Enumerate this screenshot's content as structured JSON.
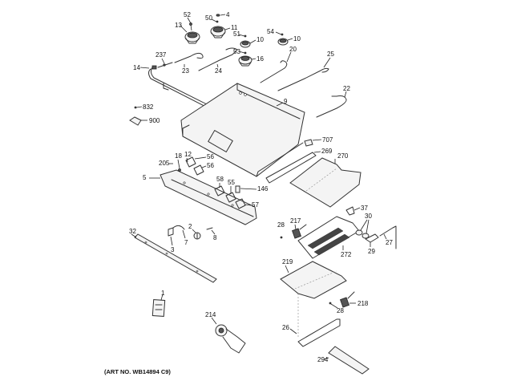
{
  "diagram": {
    "title": "Gas range control panel / burner parts exploded view",
    "art_number": "(ART NO. WB14894 C9)",
    "labels": {
      "p52": "52",
      "p13": "13",
      "p50": "50",
      "p4": "4",
      "p11": "11",
      "p51": "51",
      "p10a": "10",
      "p53": "53",
      "p16": "16",
      "p54": "54",
      "p10b": "10",
      "p237": "237",
      "p14": "14",
      "p23": "23",
      "p24": "24",
      "p20": "20",
      "p25": "25",
      "p22": "22",
      "p9": "9",
      "p832": "832",
      "p900": "900",
      "p707": "707",
      "p269": "269",
      "p270": "270",
      "p206": "205",
      "p18": "18",
      "p12": "12",
      "p56a": "56",
      "p56b": "56",
      "p5": "5",
      "p58": "58",
      "p55": "55",
      "p146": "146",
      "p57": "57",
      "p32": "32",
      "p2": "2",
      "p7": "7",
      "p3": "3",
      "p8": "8",
      "p28a": "28",
      "p217": "217",
      "p37": "37",
      "p30": "30",
      "p27": "27",
      "p29": "29",
      "p272": "272",
      "p219": "219",
      "p218": "218",
      "p28b": "28",
      "p1": "1",
      "p214": "214",
      "p26": "26",
      "p294": "294"
    }
  }
}
